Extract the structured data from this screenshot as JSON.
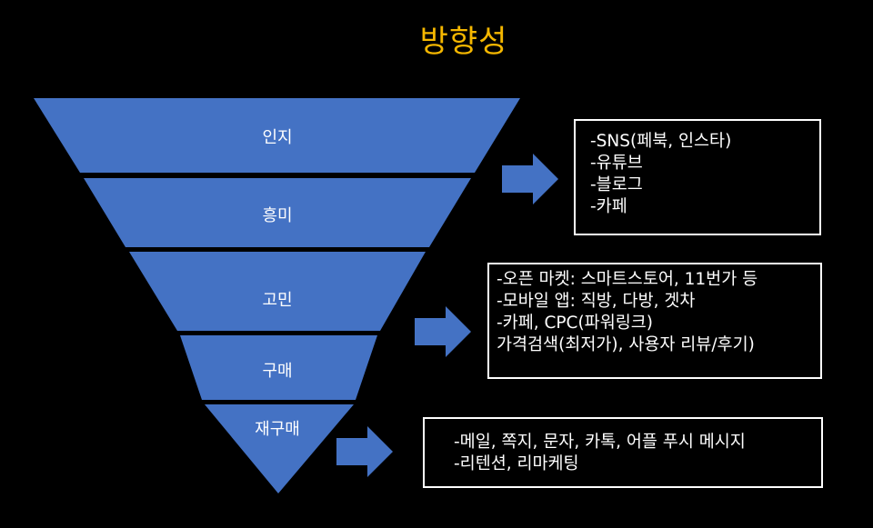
{
  "title": "방향성",
  "colors": {
    "title": "#f5b700",
    "funnel": "#4472c4",
    "background": "#000000",
    "text": "#ffffff"
  },
  "funnel": {
    "stages": [
      {
        "label": "인지"
      },
      {
        "label": "흥미"
      },
      {
        "label": "고민"
      },
      {
        "label": "구매"
      },
      {
        "label": "재구매"
      }
    ]
  },
  "boxes": [
    {
      "lines": [
        "-SNS(페북, 인스타)",
        "-유튜브",
        "-블로그",
        "-카페"
      ]
    },
    {
      "lines": [
        "-오픈 마켓: 스마트스토어, 11번가 등",
        "-모바일 앱: 직방, 다방, 겟차",
        "-카페, CPC(파워링크)",
        "가격검색(최저가), 사용자 리뷰/후기)"
      ]
    },
    {
      "lines": [
        "-메일, 쪽지, 문자, 카톡, 어플 푸시 메시지",
        "-리텐션, 리마케팅"
      ]
    }
  ]
}
